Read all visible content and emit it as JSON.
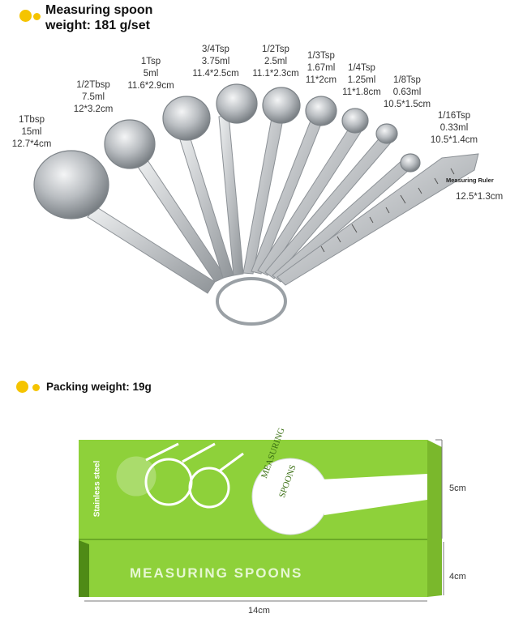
{
  "header": {
    "title": "Measuring spoon",
    "weight": "weight: 181 g/set"
  },
  "spoons": [
    {
      "name": "1Tbsp",
      "volume": "15ml",
      "size": "12.7*4cm"
    },
    {
      "name": "1/2Tbsp",
      "volume": "7.5ml",
      "size": "12*3.2cm"
    },
    {
      "name": "1Tsp",
      "volume": "5ml",
      "size": "11.6*2.9cm"
    },
    {
      "name": "3/4Tsp",
      "volume": "3.75ml",
      "size": "11.4*2.5cm"
    },
    {
      "name": "1/2Tsp",
      "volume": "2.5ml",
      "size": "11.1*2.3cm"
    },
    {
      "name": "1/3Tsp",
      "volume": "1.67ml",
      "size": "11*2cm"
    },
    {
      "name": "1/4Tsp",
      "volume": "1.25ml",
      "size": "11*1.8cm"
    },
    {
      "name": "1/8Tsp",
      "volume": "0.63ml",
      "size": "10.5*1.5cm"
    },
    {
      "name": "1/16Tsp",
      "volume": "0.33ml",
      "size": "10.5*1.4cm"
    }
  ],
  "ruler": {
    "name": "Measuring Ruler",
    "size": "12.5*1.3cm"
  },
  "packing": {
    "label": "Packing weight: 19g",
    "box_text": "MEASURING SPOONS",
    "side_text": "Stainless steel",
    "circle_line1": "MEASURING",
    "circle_line2": "SPOONS",
    "height": "5cm",
    "depth": "4cm",
    "width": "14cm"
  },
  "colors": {
    "accent_dot": "#f5c400",
    "box_green": "#8ed13a",
    "box_dark_green": "#62a322",
    "steel": "#c9cccf"
  }
}
